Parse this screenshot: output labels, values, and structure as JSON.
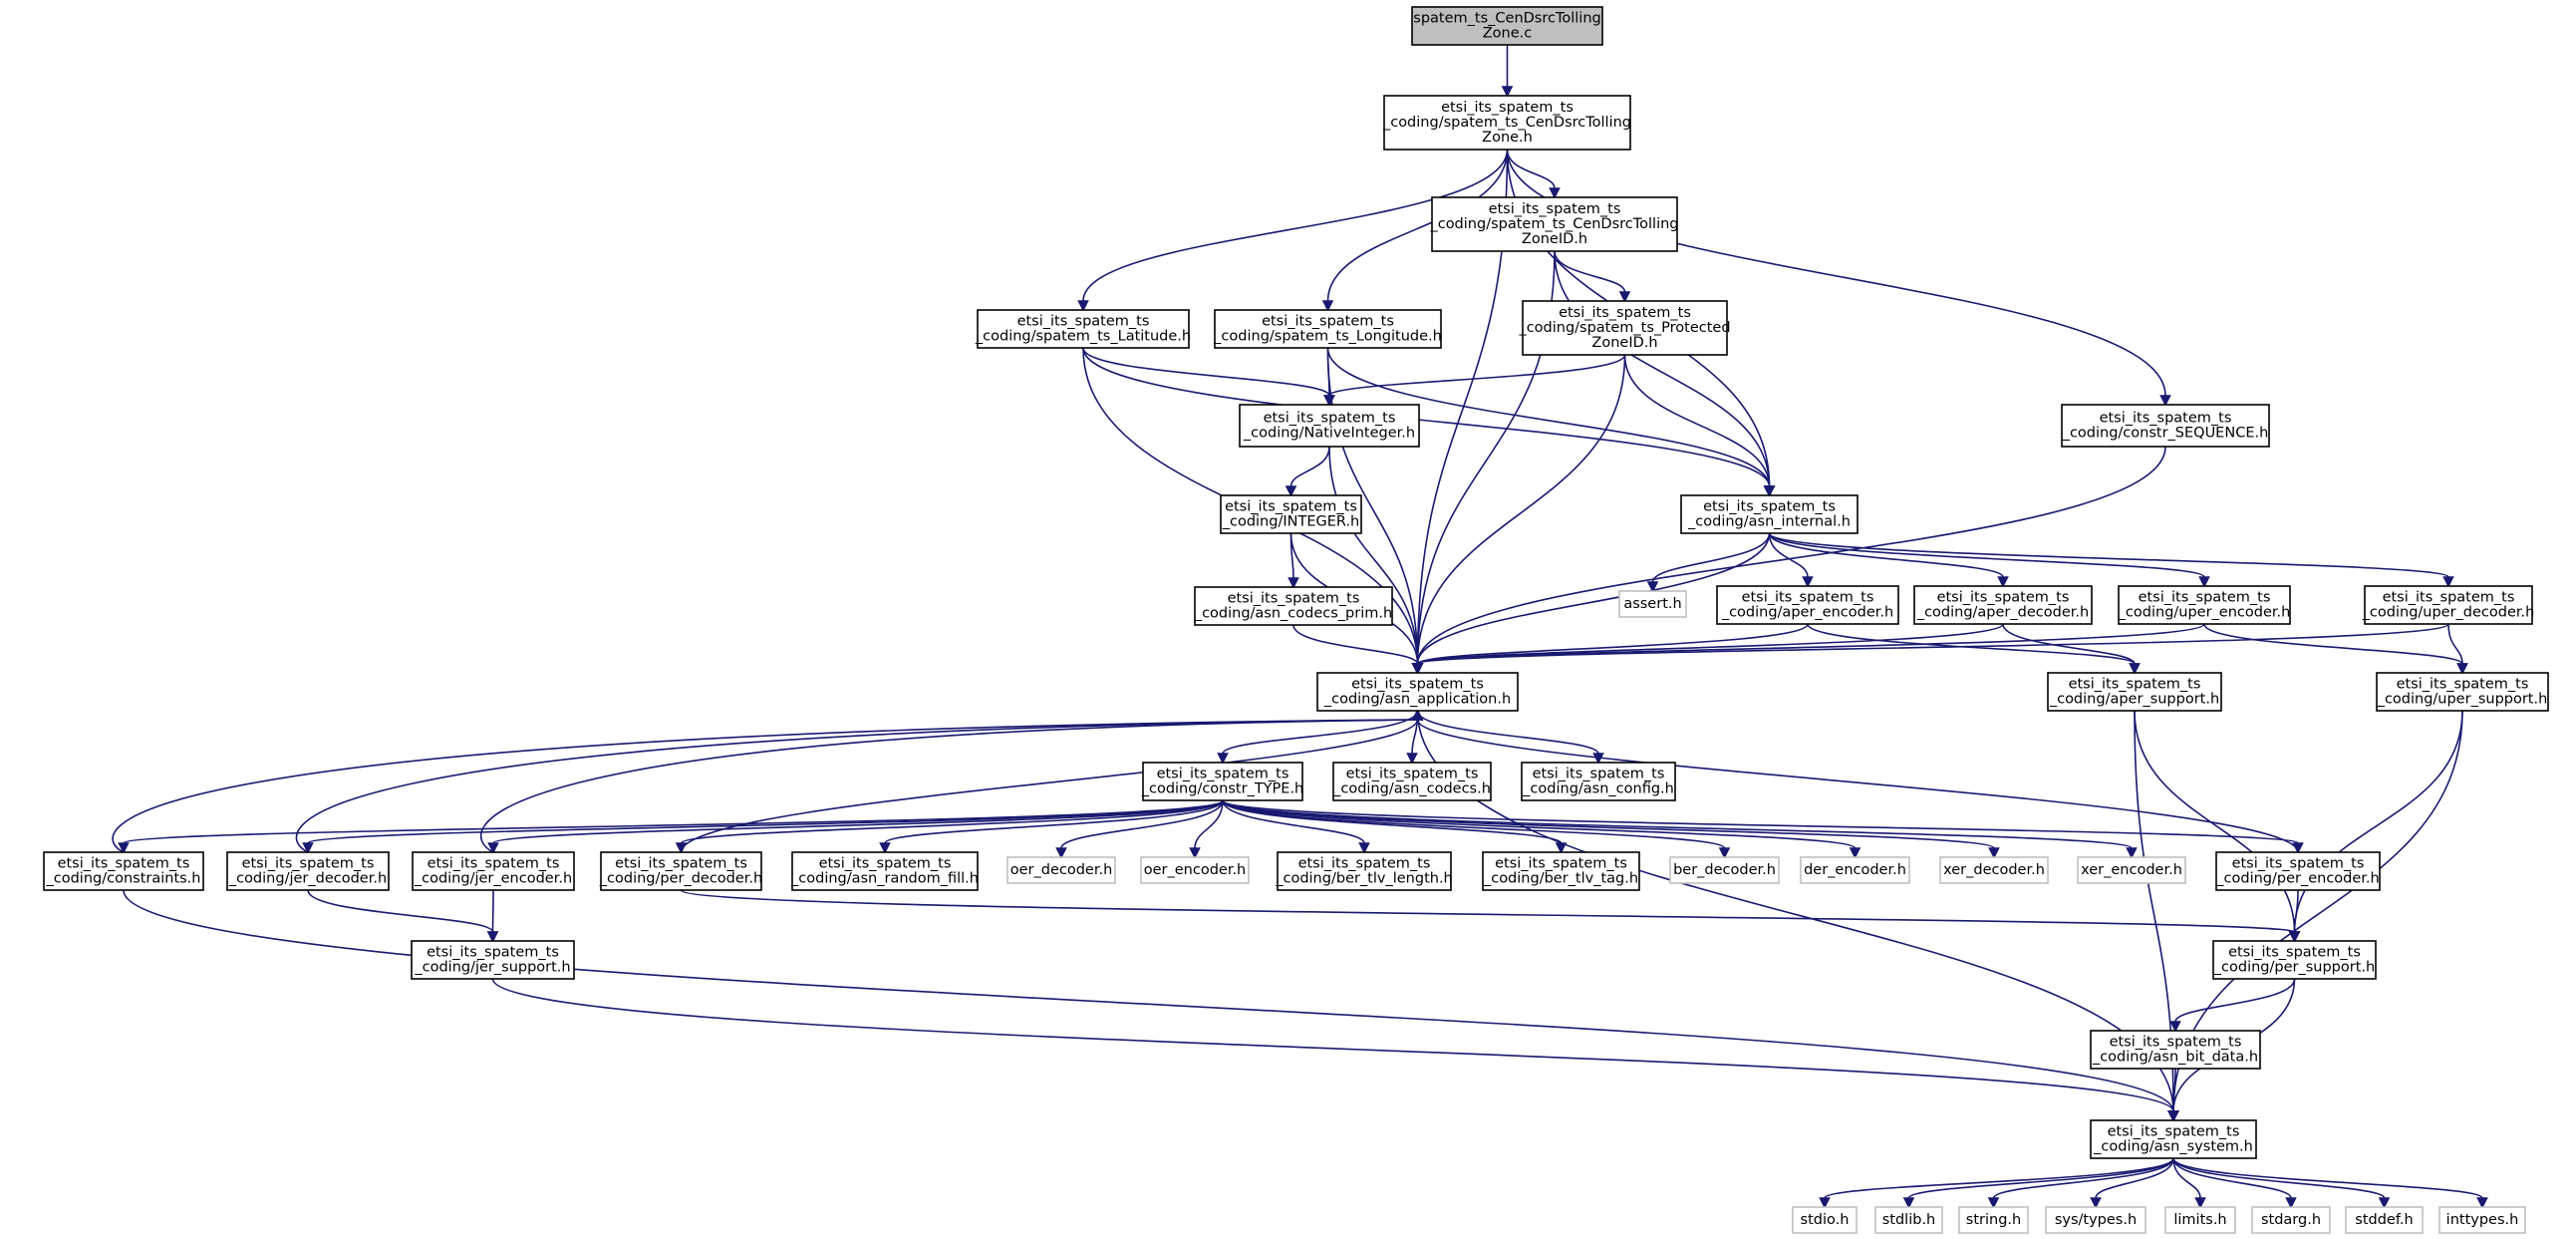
{
  "graph": {
    "nodes": [
      {
        "id": "root",
        "lines": [
          "spatem_ts_CenDsrcTolling",
          "Zone.c"
        ],
        "kind": "root"
      },
      {
        "id": "zone_h",
        "lines": [
          "etsi_its_spatem_ts",
          "_coding/spatem_ts_CenDsrcTolling",
          "Zone.h"
        ],
        "kind": "file"
      },
      {
        "id": "zoneid_h",
        "lines": [
          "etsi_its_spatem_ts",
          "_coding/spatem_ts_CenDsrcTolling",
          "ZoneID.h"
        ],
        "kind": "file"
      },
      {
        "id": "latitude_h",
        "lines": [
          "etsi_its_spatem_ts",
          "_coding/spatem_ts_Latitude.h"
        ],
        "kind": "file"
      },
      {
        "id": "longitude_h",
        "lines": [
          "etsi_its_spatem_ts",
          "_coding/spatem_ts_Longitude.h"
        ],
        "kind": "file"
      },
      {
        "id": "protected_h",
        "lines": [
          "etsi_its_spatem_ts",
          "_coding/spatem_ts_Protected",
          "ZoneID.h"
        ],
        "kind": "file"
      },
      {
        "id": "constr_seq_h",
        "lines": [
          "etsi_its_spatem_ts",
          "_coding/constr_SEQUENCE.h"
        ],
        "kind": "file"
      },
      {
        "id": "native_int_h",
        "lines": [
          "etsi_its_spatem_ts",
          "_coding/NativeInteger.h"
        ],
        "kind": "file"
      },
      {
        "id": "asn_internal_h",
        "lines": [
          "etsi_its_spatem_ts",
          "_coding/asn_internal.h"
        ],
        "kind": "file"
      },
      {
        "id": "integer_h",
        "lines": [
          "etsi_its_spatem_ts",
          "_coding/INTEGER.h"
        ],
        "kind": "file"
      },
      {
        "id": "assert_h",
        "lines": [
          "assert.h"
        ],
        "kind": "ext"
      },
      {
        "id": "aper_enc_h",
        "lines": [
          "etsi_its_spatem_ts",
          "_coding/aper_encoder.h"
        ],
        "kind": "file"
      },
      {
        "id": "aper_dec_h",
        "lines": [
          "etsi_its_spatem_ts",
          "_coding/aper_decoder.h"
        ],
        "kind": "file"
      },
      {
        "id": "uper_enc_h",
        "lines": [
          "etsi_its_spatem_ts",
          "_coding/uper_encoder.h"
        ],
        "kind": "file"
      },
      {
        "id": "uper_dec_h",
        "lines": [
          "etsi_its_spatem_ts",
          "_coding/uper_decoder.h"
        ],
        "kind": "file"
      },
      {
        "id": "codecs_prim_h",
        "lines": [
          "etsi_its_spatem_ts",
          "_coding/asn_codecs_prim.h"
        ],
        "kind": "file"
      },
      {
        "id": "asn_app_h",
        "lines": [
          "etsi_its_spatem_ts",
          "_coding/asn_application.h"
        ],
        "kind": "file"
      },
      {
        "id": "aper_sup_h",
        "lines": [
          "etsi_its_spatem_ts",
          "_coding/aper_support.h"
        ],
        "kind": "file"
      },
      {
        "id": "uper_sup_h",
        "lines": [
          "etsi_its_spatem_ts",
          "_coding/uper_support.h"
        ],
        "kind": "file"
      },
      {
        "id": "constr_type_h",
        "lines": [
          "etsi_its_spatem_ts",
          "_coding/constr_TYPE.h"
        ],
        "kind": "file"
      },
      {
        "id": "asn_codecs_h",
        "lines": [
          "etsi_its_spatem_ts",
          "_coding/asn_codecs.h"
        ],
        "kind": "file"
      },
      {
        "id": "asn_config_h",
        "lines": [
          "etsi_its_spatem_ts",
          "_coding/asn_config.h"
        ],
        "kind": "file"
      },
      {
        "id": "constraints_h",
        "lines": [
          "etsi_its_spatem_ts",
          "_coding/constraints.h"
        ],
        "kind": "file"
      },
      {
        "id": "jer_dec_h",
        "lines": [
          "etsi_its_spatem_ts",
          "_coding/jer_decoder.h"
        ],
        "kind": "file"
      },
      {
        "id": "jer_enc_h",
        "lines": [
          "etsi_its_spatem_ts",
          "_coding/jer_encoder.h"
        ],
        "kind": "file"
      },
      {
        "id": "per_dec_h",
        "lines": [
          "etsi_its_spatem_ts",
          "_coding/per_decoder.h"
        ],
        "kind": "file"
      },
      {
        "id": "random_fill_h",
        "lines": [
          "etsi_its_spatem_ts",
          "_coding/asn_random_fill.h"
        ],
        "kind": "file"
      },
      {
        "id": "oer_dec_h",
        "lines": [
          "oer_decoder.h"
        ],
        "kind": "ext"
      },
      {
        "id": "oer_enc_h",
        "lines": [
          "oer_encoder.h"
        ],
        "kind": "ext"
      },
      {
        "id": "ber_tlv_len_h",
        "lines": [
          "etsi_its_spatem_ts",
          "_coding/ber_tlv_length.h"
        ],
        "kind": "file"
      },
      {
        "id": "ber_tlv_tag_h",
        "lines": [
          "etsi_its_spatem_ts",
          "_coding/ber_tlv_tag.h"
        ],
        "kind": "file"
      },
      {
        "id": "ber_dec_h",
        "lines": [
          "ber_decoder.h"
        ],
        "kind": "ext"
      },
      {
        "id": "der_enc_h",
        "lines": [
          "der_encoder.h"
        ],
        "kind": "ext"
      },
      {
        "id": "xer_dec_h",
        "lines": [
          "xer_decoder.h"
        ],
        "kind": "ext"
      },
      {
        "id": "xer_enc_h",
        "lines": [
          "xer_encoder.h"
        ],
        "kind": "ext"
      },
      {
        "id": "per_enc_h",
        "lines": [
          "etsi_its_spatem_ts",
          "_coding/per_encoder.h"
        ],
        "kind": "file"
      },
      {
        "id": "jer_sup_h",
        "lines": [
          "etsi_its_spatem_ts",
          "_coding/jer_support.h"
        ],
        "kind": "file"
      },
      {
        "id": "per_sup_h",
        "lines": [
          "etsi_its_spatem_ts",
          "_coding/per_support.h"
        ],
        "kind": "file"
      },
      {
        "id": "bit_data_h",
        "lines": [
          "etsi_its_spatem_ts",
          "_coding/asn_bit_data.h"
        ],
        "kind": "file"
      },
      {
        "id": "asn_sys_h",
        "lines": [
          "etsi_its_spatem_ts",
          "_coding/asn_system.h"
        ],
        "kind": "file"
      },
      {
        "id": "stdio_h",
        "lines": [
          "stdio.h"
        ],
        "kind": "ext"
      },
      {
        "id": "stdlib_h",
        "lines": [
          "stdlib.h"
        ],
        "kind": "ext"
      },
      {
        "id": "string_h",
        "lines": [
          "string.h"
        ],
        "kind": "ext"
      },
      {
        "id": "systypes_h",
        "lines": [
          "sys/types.h"
        ],
        "kind": "ext"
      },
      {
        "id": "limits_h",
        "lines": [
          "limits.h"
        ],
        "kind": "ext"
      },
      {
        "id": "stdarg_h",
        "lines": [
          "stdarg.h"
        ],
        "kind": "ext"
      },
      {
        "id": "stddef_h",
        "lines": [
          "stddef.h"
        ],
        "kind": "ext"
      },
      {
        "id": "inttypes_h",
        "lines": [
          "inttypes.h"
        ],
        "kind": "ext"
      }
    ],
    "edges": [
      [
        "root",
        "zone_h"
      ],
      [
        "zone_h",
        "asn_app_h"
      ],
      [
        "zone_h",
        "latitude_h"
      ],
      [
        "zone_h",
        "longitude_h"
      ],
      [
        "zone_h",
        "zoneid_h"
      ],
      [
        "zone_h",
        "asn_internal_h"
      ],
      [
        "zone_h",
        "constr_seq_h"
      ],
      [
        "zoneid_h",
        "asn_app_h"
      ],
      [
        "zoneid_h",
        "protected_h"
      ],
      [
        "zoneid_h",
        "asn_internal_h"
      ],
      [
        "latitude_h",
        "asn_app_h"
      ],
      [
        "latitude_h",
        "native_int_h"
      ],
      [
        "latitude_h",
        "asn_internal_h"
      ],
      [
        "longitude_h",
        "asn_app_h"
      ],
      [
        "longitude_h",
        "native_int_h"
      ],
      [
        "longitude_h",
        "asn_internal_h"
      ],
      [
        "protected_h",
        "native_int_h"
      ],
      [
        "protected_h",
        "asn_app_h"
      ],
      [
        "protected_h",
        "asn_internal_h"
      ],
      [
        "constr_seq_h",
        "asn_app_h"
      ],
      [
        "native_int_h",
        "integer_h"
      ],
      [
        "native_int_h",
        "asn_app_h"
      ],
      [
        "integer_h",
        "asn_app_h"
      ],
      [
        "integer_h",
        "codecs_prim_h"
      ],
      [
        "codecs_prim_h",
        "asn_app_h"
      ],
      [
        "asn_internal_h",
        "asn_app_h"
      ],
      [
        "asn_internal_h",
        "assert_h"
      ],
      [
        "asn_internal_h",
        "aper_enc_h"
      ],
      [
        "asn_internal_h",
        "aper_dec_h"
      ],
      [
        "asn_internal_h",
        "uper_enc_h"
      ],
      [
        "asn_internal_h",
        "uper_dec_h"
      ],
      [
        "aper_enc_h",
        "asn_app_h"
      ],
      [
        "aper_enc_h",
        "aper_sup_h"
      ],
      [
        "aper_dec_h",
        "asn_app_h"
      ],
      [
        "aper_dec_h",
        "aper_sup_h"
      ],
      [
        "uper_enc_h",
        "asn_app_h"
      ],
      [
        "uper_enc_h",
        "uper_sup_h"
      ],
      [
        "uper_dec_h",
        "asn_app_h"
      ],
      [
        "uper_dec_h",
        "uper_sup_h"
      ],
      [
        "aper_sup_h",
        "per_sup_h"
      ],
      [
        "aper_sup_h",
        "asn_sys_h"
      ],
      [
        "uper_sup_h",
        "per_sup_h"
      ],
      [
        "uper_sup_h",
        "asn_sys_h"
      ],
      [
        "asn_app_h",
        "constr_type_h"
      ],
      [
        "asn_app_h",
        "asn_codecs_h"
      ],
      [
        "asn_app_h",
        "asn_config_h"
      ],
      [
        "asn_app_h",
        "asn_sys_h"
      ],
      [
        "constr_type_h",
        "constraints_h"
      ],
      [
        "constr_type_h",
        "jer_dec_h"
      ],
      [
        "constr_type_h",
        "jer_enc_h"
      ],
      [
        "constr_type_h",
        "per_dec_h"
      ],
      [
        "constr_type_h",
        "random_fill_h"
      ],
      [
        "constr_type_h",
        "oer_dec_h"
      ],
      [
        "constr_type_h",
        "oer_enc_h"
      ],
      [
        "constr_type_h",
        "ber_tlv_len_h"
      ],
      [
        "constr_type_h",
        "ber_tlv_tag_h"
      ],
      [
        "constr_type_h",
        "ber_dec_h"
      ],
      [
        "constr_type_h",
        "der_enc_h"
      ],
      [
        "constr_type_h",
        "xer_dec_h"
      ],
      [
        "constr_type_h",
        "xer_enc_h"
      ],
      [
        "constr_type_h",
        "per_enc_h"
      ],
      [
        "constraints_h",
        "asn_app_h"
      ],
      [
        "constraints_h",
        "asn_sys_h"
      ],
      [
        "jer_dec_h",
        "asn_app_h"
      ],
      [
        "jer_dec_h",
        "jer_sup_h"
      ],
      [
        "jer_enc_h",
        "asn_app_h"
      ],
      [
        "jer_enc_h",
        "jer_sup_h"
      ],
      [
        "per_dec_h",
        "asn_app_h"
      ],
      [
        "per_dec_h",
        "per_sup_h"
      ],
      [
        "per_enc_h",
        "asn_app_h"
      ],
      [
        "per_enc_h",
        "per_sup_h"
      ],
      [
        "jer_sup_h",
        "asn_sys_h"
      ],
      [
        "per_sup_h",
        "bit_data_h"
      ],
      [
        "per_sup_h",
        "asn_sys_h"
      ],
      [
        "bit_data_h",
        "asn_sys_h"
      ],
      [
        "asn_sys_h",
        "stdio_h"
      ],
      [
        "asn_sys_h",
        "stdlib_h"
      ],
      [
        "asn_sys_h",
        "string_h"
      ],
      [
        "asn_sys_h",
        "systypes_h"
      ],
      [
        "asn_sys_h",
        "limits_h"
      ],
      [
        "asn_sys_h",
        "stdarg_h"
      ],
      [
        "asn_sys_h",
        "stddef_h"
      ],
      [
        "asn_sys_h",
        "inttypes_h"
      ]
    ]
  }
}
